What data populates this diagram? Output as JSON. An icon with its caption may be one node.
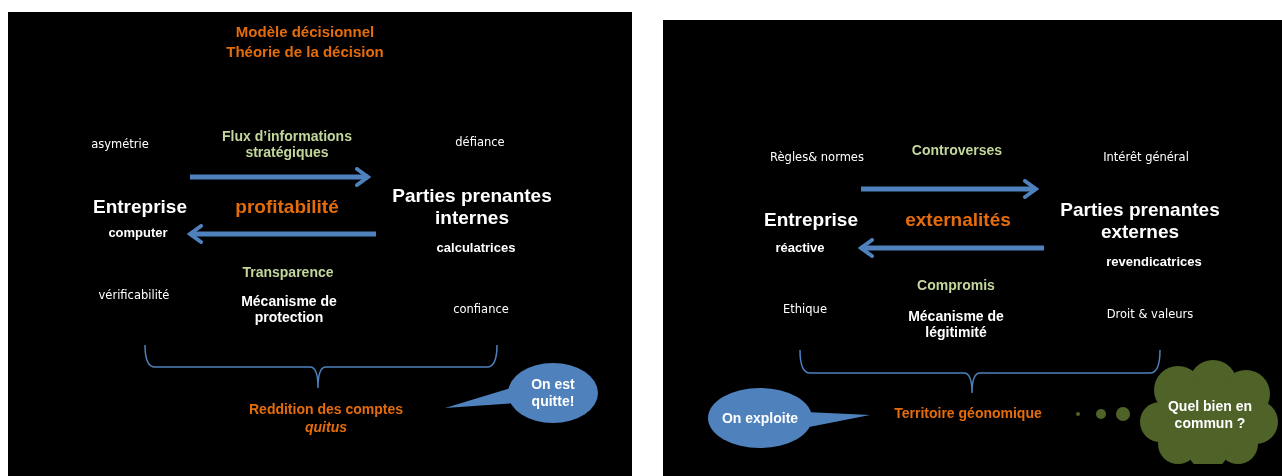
{
  "diagram": {
    "nodes": [
      {
        "text": [
          "Entreprise"
        ],
        "beside": [
          "computer"
        ]
      },
      {
        "text": [
          "Parties prenantes internes"
        ],
        "beside": [
          "calculatrices"
        ]
      },
      {
        "text": [
          "On est quitte!"
        ]
      },
      {
        "text": [
          "Entreprise"
        ],
        "beside": [
          "réactive"
        ]
      },
      {
        "text": [
          "Parties prenantes externes"
        ],
        "beside": [
          "revendicatrices"
        ]
      },
      {
        "text": [
          "On exploite"
        ]
      },
      {
        "text": [
          "Quel bien en commun ?"
        ]
      }
    ],
    "edges": [
      {
        "from": 0,
        "to": 1,
        "arrow": "to"
      },
      {
        "from": 1,
        "to": 0,
        "arrow": "to"
      },
      {
        "from": 3,
        "to": 4,
        "arrow": "to"
      },
      {
        "from": 4,
        "to": 3,
        "arrow": "to"
      }
    ],
    "labels": [
      "Modèle décisionnel",
      "Théorie de la décision",
      "asymétrie",
      "Flux d’informations stratégiques",
      "défiance",
      "profitabilité",
      "Transparence",
      "vérificabilité",
      "Mécanisme de protection",
      "confiance",
      "Reddition des comptes",
      "quitus",
      "Règles& normes",
      "Controverses",
      "Intérêt général",
      "externalités",
      "Compromis",
      "Ethique",
      "Mécanisme de légitimité",
      "Droit & valeurs",
      "Territoire géonomique"
    ]
  }
}
